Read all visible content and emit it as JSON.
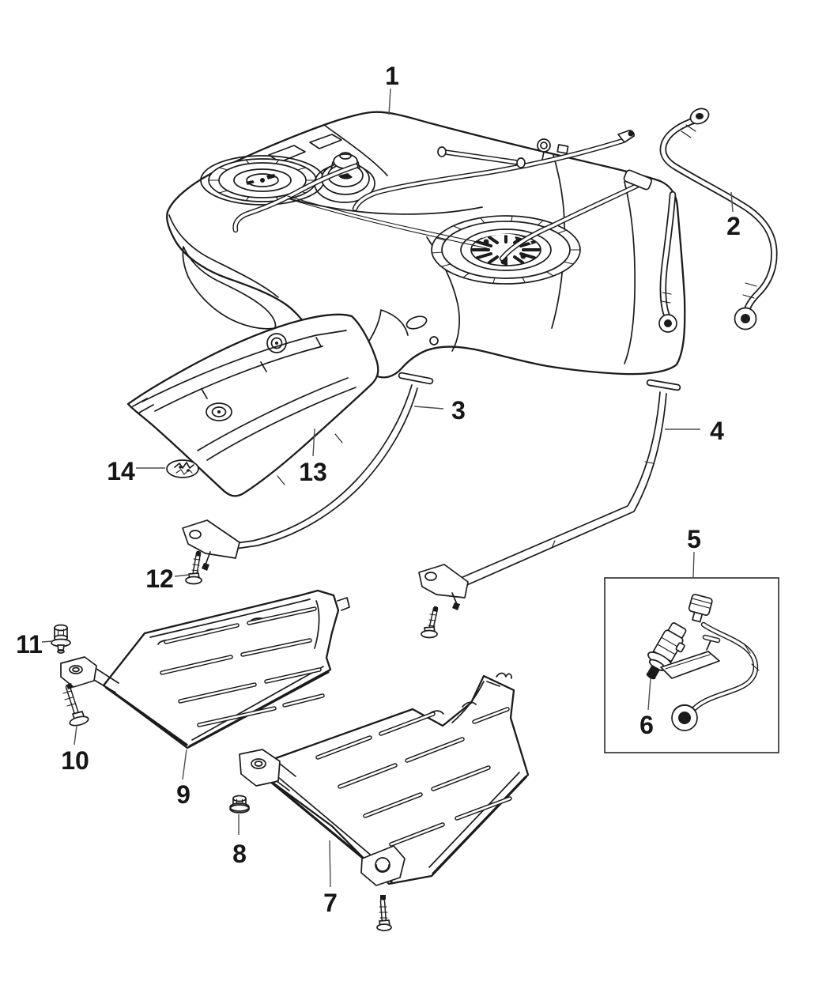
{
  "figure": {
    "kind": "exploded-parts-line-diagram",
    "colors": {
      "background": "#ffffff",
      "line": "#1b1b1b",
      "leader": "#4d4d4d"
    }
  },
  "callouts": [
    {
      "label": "1",
      "part": "fuel-tank-assembly"
    },
    {
      "label": "2",
      "part": "fuel-filler-hose"
    },
    {
      "label": "3",
      "part": "tank-strap-left"
    },
    {
      "label": "4",
      "part": "tank-strap-right"
    },
    {
      "label": "5",
      "part": "valve-and-hose-kit-box"
    },
    {
      "label": "6",
      "part": "vapor-valve"
    },
    {
      "label": "7",
      "part": "skid-plate-front"
    },
    {
      "label": "8",
      "part": "flange-nut"
    },
    {
      "label": "9",
      "part": "skid-plate-rear"
    },
    {
      "label": "10",
      "part": "hex-bolt"
    },
    {
      "label": "11",
      "part": "push-rivet"
    },
    {
      "label": "12",
      "part": "strap-bolt"
    },
    {
      "label": "13",
      "part": "heat-shield"
    },
    {
      "label": "14",
      "part": "retaining-clip"
    }
  ]
}
